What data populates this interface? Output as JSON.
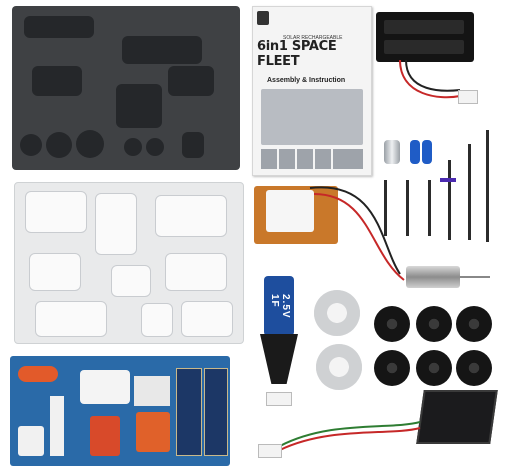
{
  "manual": {
    "title": "6in1 SPACE FLEET",
    "subtitle": "SOLAR RECHARGEABLE",
    "assembly": "Assembly & Instruction"
  },
  "capacitor": {
    "label": "2.5V 1F"
  },
  "colors": {
    "gray_sprue": "#3f4144",
    "white_sprue": "#e9eaeb",
    "sticker_blue": "#2a6aa8",
    "motor_holder": "#c9782a",
    "capacitor_blue": "#1e4e9e"
  }
}
